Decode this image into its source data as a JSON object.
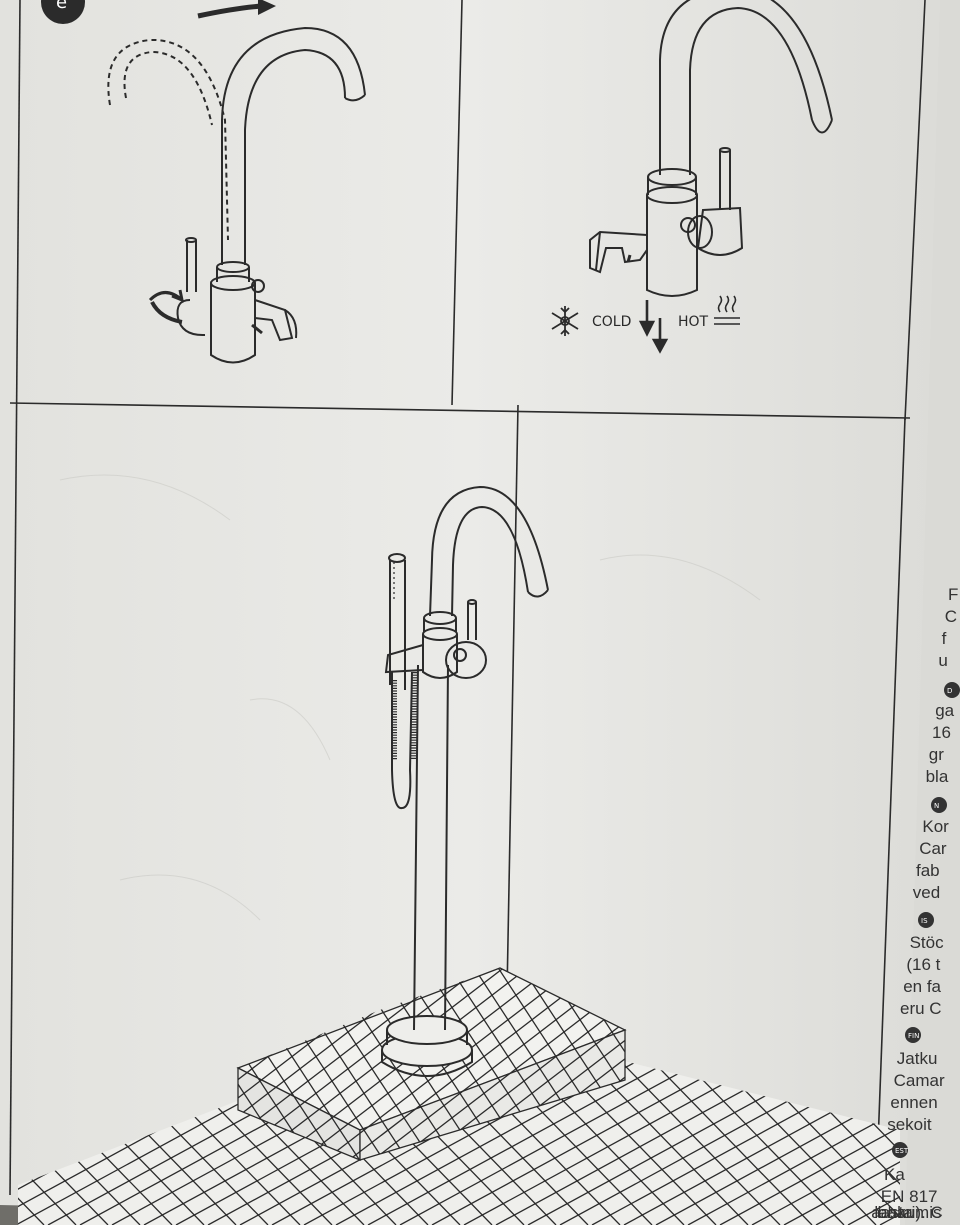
{
  "step_badge": "e",
  "panel_top_right": {
    "cold_label": "COLD",
    "hot_label": "HOT"
  },
  "side_page": {
    "snippets": [
      "F",
      "C",
      "f",
      "u",
      "ga",
      "16",
      "gr",
      "bla",
      "Kor",
      "Car",
      "fab",
      "ved",
      "Stöc",
      "(16 t",
      "en fa",
      "eru C",
      "Jatku",
      "Camar",
      "ennen",
      "sekoit",
      "Ka",
      "EN 817",
      "baari). C",
      "lahkumis",
      "aasta"
    ],
    "markers": [
      "D",
      "N",
      "IS",
      "FIN",
      "EST"
    ]
  },
  "colors": {
    "paper": "#e9e9e6",
    "ink": "#2b2b2b",
    "shadow": "#6f6e69"
  }
}
